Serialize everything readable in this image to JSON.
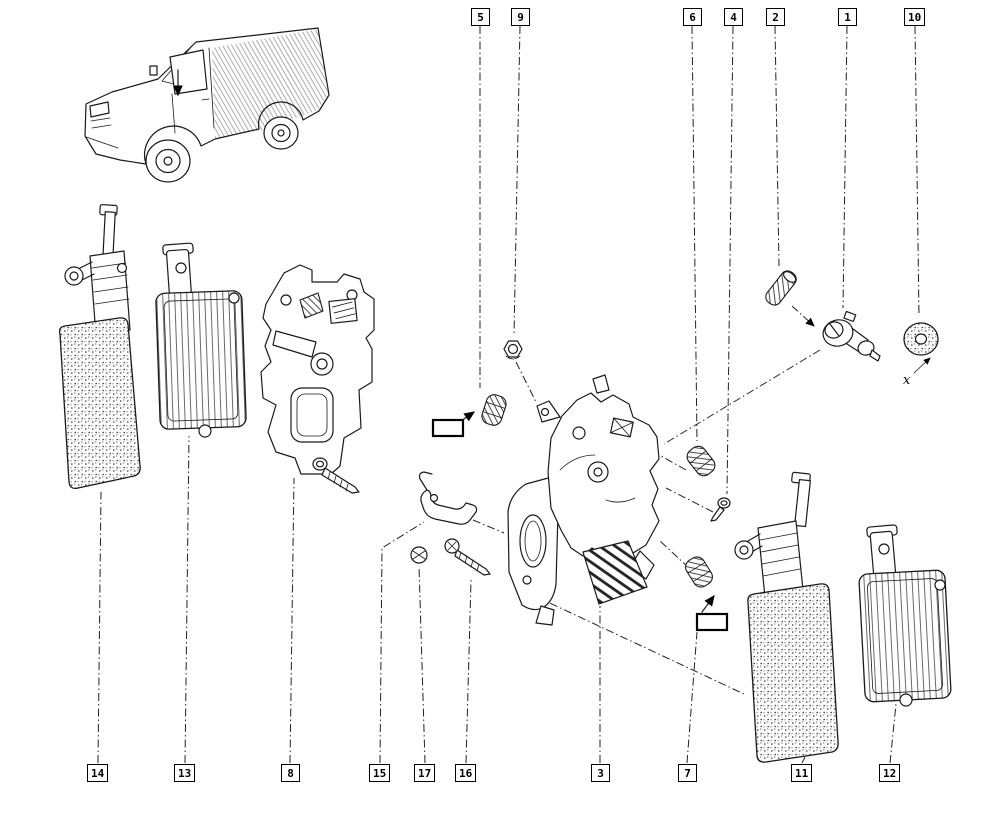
{
  "callouts": {
    "top": [
      {
        "label": "5"
      },
      {
        "label": "9"
      },
      {
        "label": "6"
      },
      {
        "label": "4"
      },
      {
        "label": "2"
      },
      {
        "label": "1"
      },
      {
        "label": "10"
      }
    ],
    "bottom": [
      {
        "label": "14"
      },
      {
        "label": "13"
      },
      {
        "label": "8"
      },
      {
        "label": "15"
      },
      {
        "label": "17"
      },
      {
        "label": "16"
      },
      {
        "label": "3"
      },
      {
        "label": "7"
      },
      {
        "label": "11"
      },
      {
        "label": "12"
      }
    ]
  },
  "annotations": {
    "dimension_mark": "x"
  },
  "colors": {
    "ink": "#1a1a1a",
    "background": "#ffffff"
  }
}
